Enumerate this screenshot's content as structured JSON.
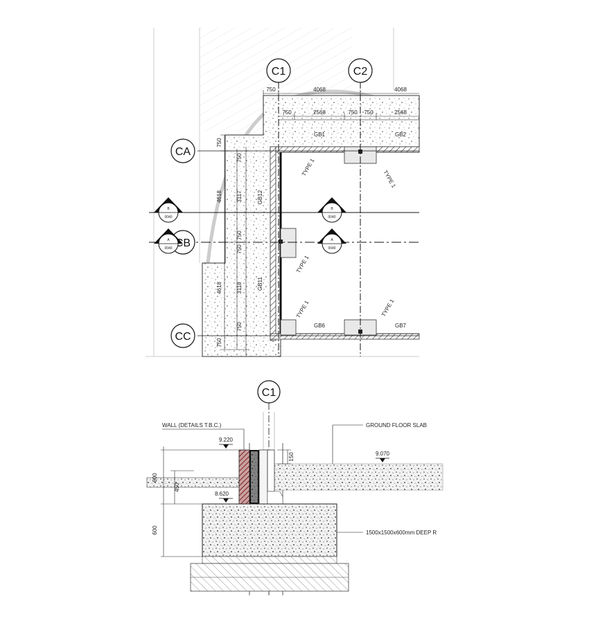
{
  "plan": {
    "grid_columns": [
      "C1",
      "C2"
    ],
    "grid_rows": [
      "CA",
      "CB",
      "CC"
    ],
    "top_dimensions": [
      "750",
      "4068",
      "4068"
    ],
    "inner_dimensions": [
      "750",
      "2568",
      "750",
      "750",
      "2568"
    ],
    "left_dimensions": [
      "750",
      "4618",
      "750",
      "3117",
      "750",
      "750",
      "4618",
      "3118",
      "750",
      "750"
    ],
    "beams": [
      "GB1",
      "GB2",
      "GB6",
      "GB7",
      "GB12",
      "GB11"
    ],
    "pile_labels": [
      "TYPE 1",
      "TYPE 1",
      "TYPE 1",
      "TYPE 1",
      "TYPE 1"
    ],
    "section_markers": [
      {
        "top": "B",
        "bottom": "0040"
      },
      {
        "top": "B",
        "bottom": "0040"
      },
      {
        "top": "A",
        "bottom": "0040"
      },
      {
        "top": "A",
        "bottom": "0040"
      }
    ]
  },
  "section": {
    "grid_column": "C1",
    "wall_label": "WALL (DETAILS T.B.C.)",
    "slab_label": "GROUND FLOOR SLAB",
    "footing_label": "1500x1500x600mm DEEP R",
    "levels": [
      "9.220",
      "9.070",
      "8.620"
    ],
    "dimensions": [
      "150",
      "600",
      "450",
      "600"
    ]
  }
}
